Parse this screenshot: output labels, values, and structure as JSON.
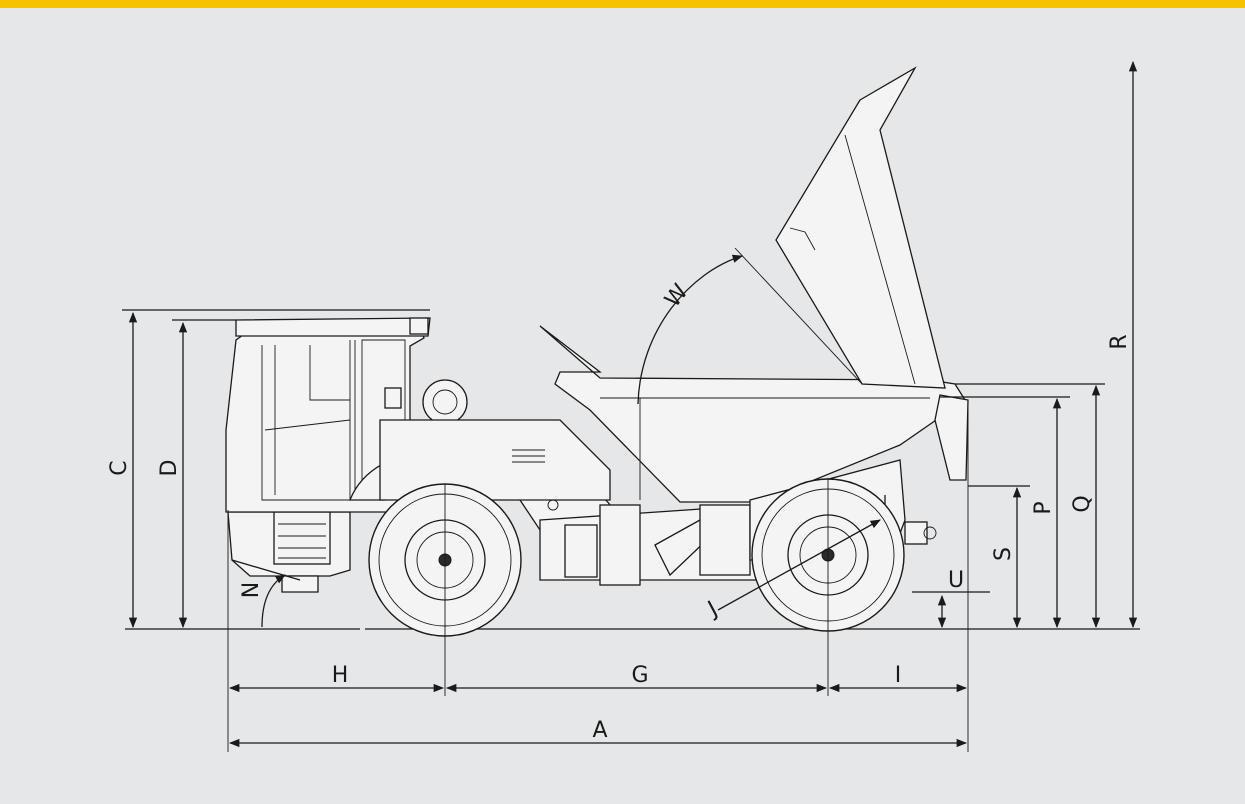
{
  "colors": {
    "accent_bar": "#f5c400",
    "background": "#e6e7e8",
    "line": "#1a1a1a"
  },
  "dimensions": {
    "A": "A",
    "C": "C",
    "D": "D",
    "G": "G",
    "H": "H",
    "I": "I",
    "J": "J",
    "N": "N",
    "P": "P",
    "Q": "Q",
    "R": "R",
    "S": "S",
    "U": "U",
    "W": "W"
  }
}
